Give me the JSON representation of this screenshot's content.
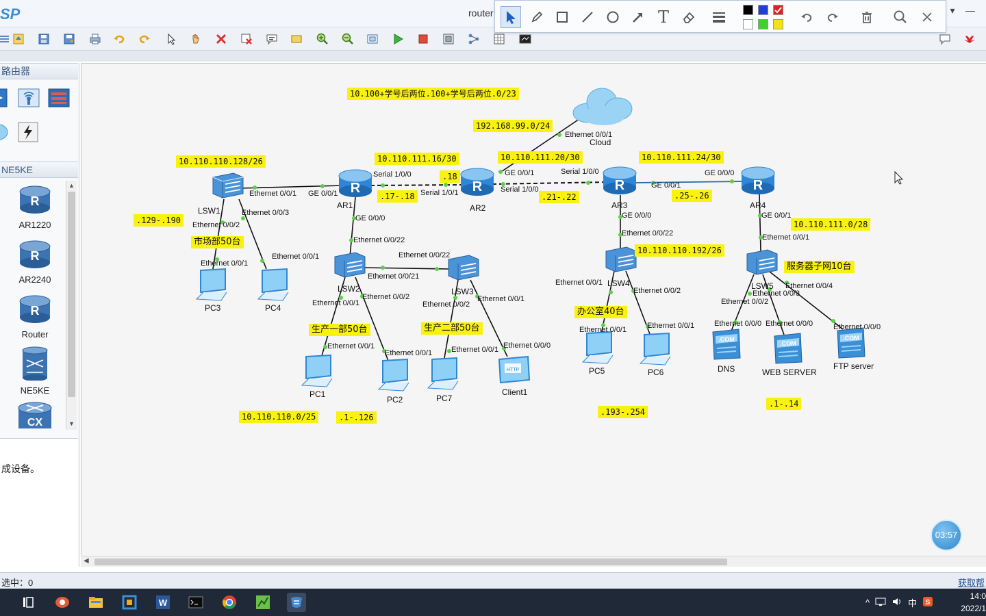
{
  "window": {
    "app_logo": "SP",
    "title": "router",
    "minimize": "—",
    "dropdown": "▾"
  },
  "annotation_toolbar": {
    "tools": [
      "select-arrow",
      "pen",
      "rectangle",
      "line",
      "ellipse",
      "arrow",
      "text",
      "eraser",
      "stroke-width",
      "undo",
      "redo",
      "delete",
      "zoom",
      "close"
    ],
    "colors": [
      "#000000",
      "#1f3fd6",
      "#e02020",
      "#ffffff",
      "#3ed12e",
      "#f2e01b"
    ],
    "selected_color": "#e02020",
    "text_tool_glyph": "T"
  },
  "left_panel": {
    "header_top": "路由器",
    "header_devices": "NE5KE",
    "devices": [
      {
        "label": "AR1220"
      },
      {
        "label": "AR2240"
      },
      {
        "label": "Router"
      },
      {
        "label": "NE5KE"
      },
      {
        "label": ""
      }
    ],
    "description": "成设备。"
  },
  "topology": {
    "subnet_labels": [
      {
        "text": "10.100+学号后两位.100+学号后两位.0/23"
      },
      {
        "text": "192.168.99.0/24"
      },
      {
        "text": "10.110.110.128/26"
      },
      {
        "text": "10.110.111.16/30"
      },
      {
        "text": "10.110.111.20/30"
      },
      {
        "text": "10.110.111.24/30"
      },
      {
        "text": ".129-.190"
      },
      {
        "text": ".18"
      },
      {
        "text": ".17-.18"
      },
      {
        "text": ".21-.22"
      },
      {
        "text": ".25-.26"
      },
      {
        "text": "10.110.111.0/28"
      },
      {
        "text": "10.110.110.192/26"
      },
      {
        "text": "市场部50台"
      },
      {
        "text": "服务器子网10台"
      },
      {
        "text": "生产一部50台"
      },
      {
        "text": "生产二部50台"
      },
      {
        "text": "办公室40台"
      },
      {
        "text": "10.110.110.0/25"
      },
      {
        "text": ".1-.126"
      },
      {
        "text": ".193-.254"
      },
      {
        "text": ".1-.14"
      }
    ],
    "devices": [
      {
        "name": "Cloud"
      },
      {
        "name": "LSW1"
      },
      {
        "name": "AR1"
      },
      {
        "name": "AR2"
      },
      {
        "name": "AR3"
      },
      {
        "name": "AR4"
      },
      {
        "name": "LSW2"
      },
      {
        "name": "LSW3"
      },
      {
        "name": "LSW4"
      },
      {
        "name": "LSW5"
      },
      {
        "name": "PC3"
      },
      {
        "name": "PC4"
      },
      {
        "name": "PC1"
      },
      {
        "name": "PC2"
      },
      {
        "name": "PC7"
      },
      {
        "name": "Client1"
      },
      {
        "name": "PC5"
      },
      {
        "name": "PC6"
      },
      {
        "name": "DNS"
      },
      {
        "name": "WEB SERVER"
      },
      {
        "name": "FTP server"
      }
    ],
    "ports": [
      "Ethernet 0/0/1",
      "Ethernet 0/0/1",
      "GE 0/0/1",
      "Serial 1/0/0",
      "Serial 1/0/1",
      "GE 0/0/1",
      "Serial 1/0/0",
      "Serial 1/0/0",
      "GE 0/0/1",
      "GE 0/0/0",
      "Ethernet 0/0/3",
      "Ethernet 0/0/2",
      "Ethernet 0/0/1",
      "Ethernet 0/0/1",
      "GE 0/0/0",
      "Ethernet 0/0/22",
      "Ethernet 0/0/22",
      "Ethernet 0/0/21",
      "Ethernet 0/0/1",
      "Ethernet 0/0/2",
      "Ethernet 0/0/2",
      "Ethernet 0/0/1",
      "Ethernet 0/0/1",
      "Ethernet 0/0/1",
      "Ethernet 0/0/1",
      "Ethernet 0/0/0",
      "GE 0/0/0",
      "Ethernet 0/0/22",
      "Ethernet 0/0/1",
      "Ethernet 0/0/2",
      "Ethernet 0/0/1",
      "Ethernet 0/0/1",
      "GE 0/0/1",
      "Ethernet 0/0/1",
      "Ethernet 0/0/4",
      "Ethernet 0/0/3",
      "Ethernet 0/0/2",
      "Ethernet 0/0/0",
      "Ethernet 0/0/0",
      "Ethernet 0/0/0"
    ]
  },
  "timer": "03:57",
  "status": {
    "selected": "选中：0",
    "right_link": "获取帮"
  },
  "taskbar": {
    "tray_input": "中",
    "clock_time": "14:0",
    "clock_date": "2022/1"
  }
}
